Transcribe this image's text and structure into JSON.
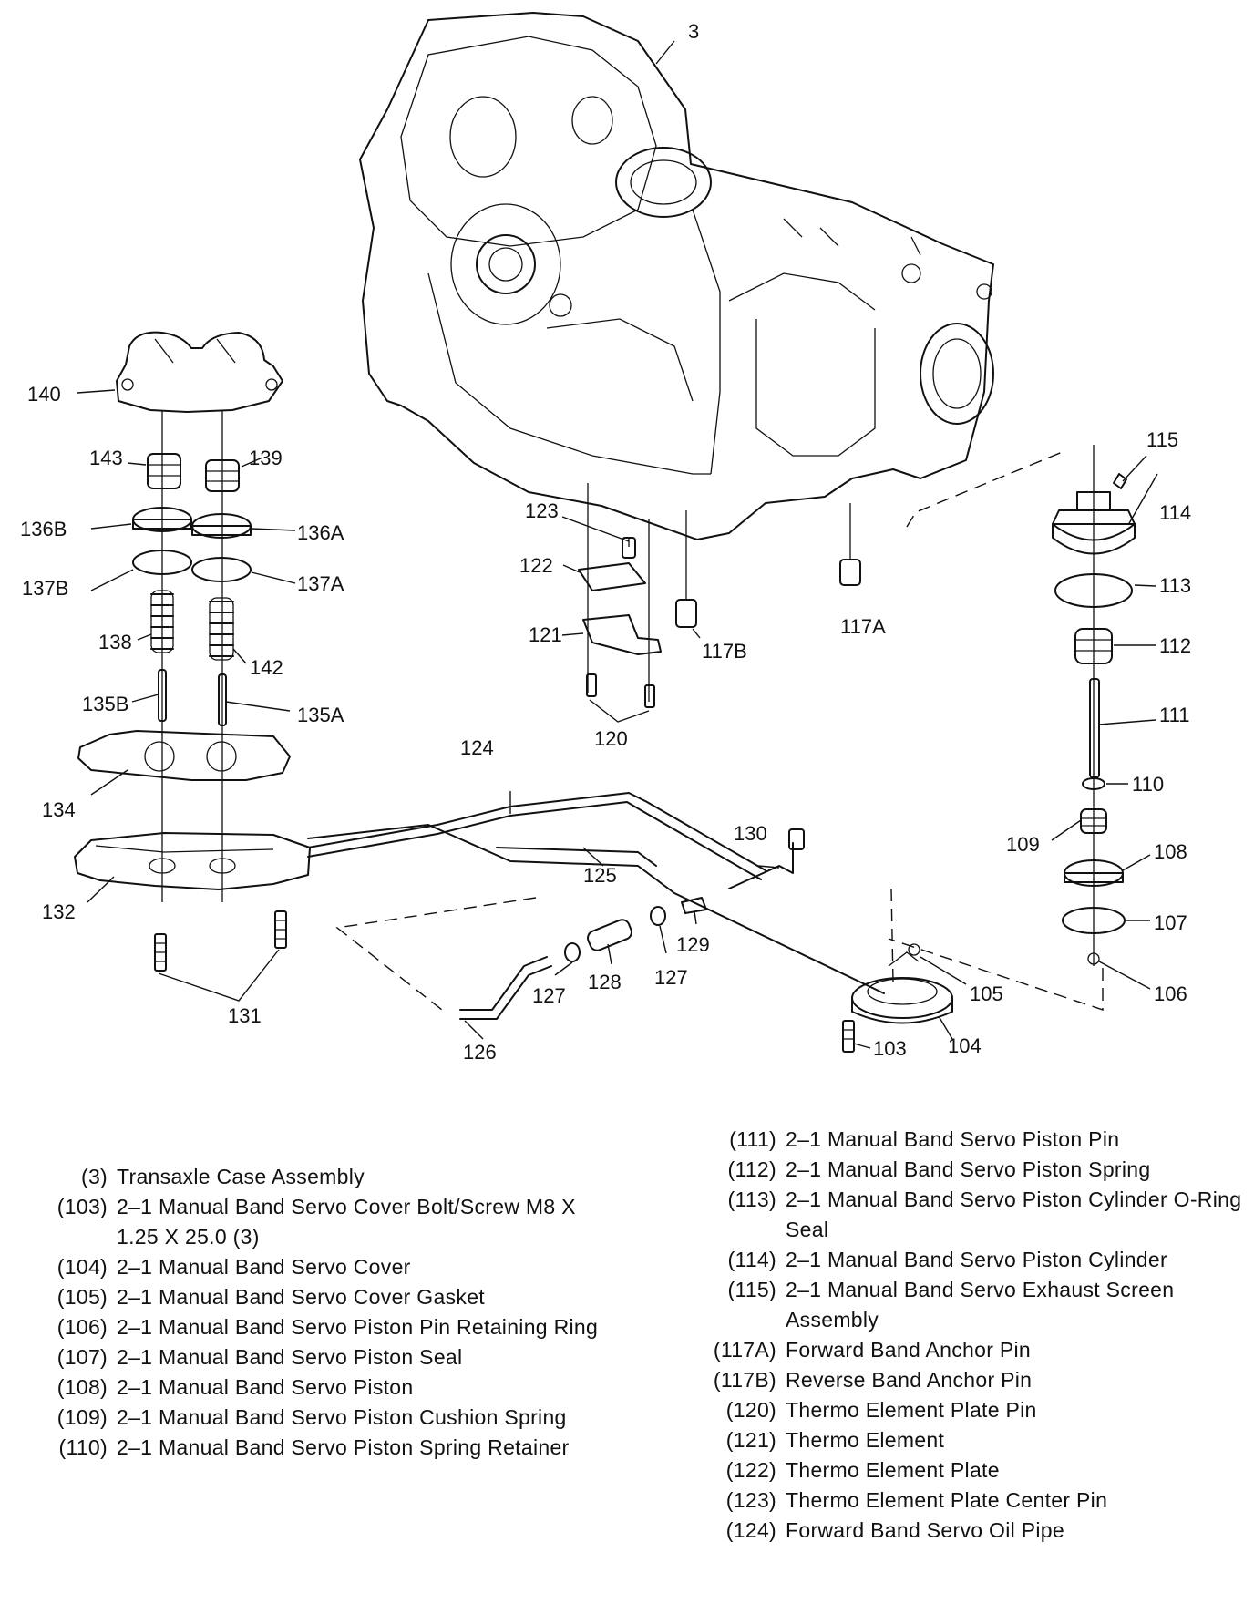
{
  "callouts": {
    "c3": "3",
    "c140": "140",
    "c143": "143",
    "c139": "139",
    "c136B": "136B",
    "c136A": "136A",
    "c137B": "137B",
    "c137A": "137A",
    "c138": "138",
    "c142": "142",
    "c135B": "135B",
    "c135A": "135A",
    "c134": "134",
    "c132": "132",
    "c131": "131",
    "c123": "123",
    "c122": "122",
    "c121": "121",
    "c120": "120",
    "c117B": "117B",
    "c117A": "117A",
    "c124": "124",
    "c125": "125",
    "c130": "130",
    "c129": "129",
    "c128": "128",
    "c127a": "127",
    "c127b": "127",
    "c126": "126",
    "c103": "103",
    "c104": "104",
    "c105": "105",
    "c106": "106",
    "c107": "107",
    "c108": "108",
    "c109": "109",
    "c110": "110",
    "c111": "111",
    "c112": "112",
    "c113": "113",
    "c114": "114",
    "c115": "115"
  },
  "legend_left": [
    {
      "code": "(3)",
      "desc": "Transaxle Case Assembly"
    },
    {
      "code": "(103)",
      "desc": "2–1 Manual Band Servo Cover Bolt/Screw M8 X 1.25 X 25.0 (3)"
    },
    {
      "code": "(104)",
      "desc": "2–1 Manual Band Servo Cover"
    },
    {
      "code": "(105)",
      "desc": "2–1 Manual Band Servo Cover Gasket"
    },
    {
      "code": "(106)",
      "desc": "2–1 Manual Band Servo Piston Pin Retaining Ring"
    },
    {
      "code": "(107)",
      "desc": "2–1 Manual Band Servo Piston Seal"
    },
    {
      "code": "(108)",
      "desc": "2–1 Manual Band Servo Piston"
    },
    {
      "code": "(109)",
      "desc": "2–1 Manual Band Servo Piston Cushion Spring"
    },
    {
      "code": "(110)",
      "desc": "2–1 Manual Band Servo Piston Spring Retainer"
    }
  ],
  "legend_right": [
    {
      "code": "(111)",
      "desc": "2–1 Manual Band Servo Piston Pin"
    },
    {
      "code": "(112)",
      "desc": "2–1 Manual Band Servo Piston Spring"
    },
    {
      "code": "(113)",
      "desc": "2–1 Manual Band Servo Piston Cylinder O-Ring Seal"
    },
    {
      "code": "(114)",
      "desc": "2–1 Manual Band Servo Piston Cylinder"
    },
    {
      "code": "(115)",
      "desc": "2–1 Manual Band Servo Exhaust Screen Assembly"
    },
    {
      "code": "(117A)",
      "desc": "Forward Band Anchor Pin"
    },
    {
      "code": "(117B)",
      "desc": "Reverse Band Anchor Pin"
    },
    {
      "code": "(120)",
      "desc": "Thermo Element Plate Pin"
    },
    {
      "code": "(121)",
      "desc": "Thermo Element"
    },
    {
      "code": "(122)",
      "desc": "Thermo Element Plate"
    },
    {
      "code": "(123)",
      "desc": "Thermo Element Plate Center Pin"
    },
    {
      "code": "(124)",
      "desc": "Forward Band Servo Oil Pipe"
    }
  ]
}
